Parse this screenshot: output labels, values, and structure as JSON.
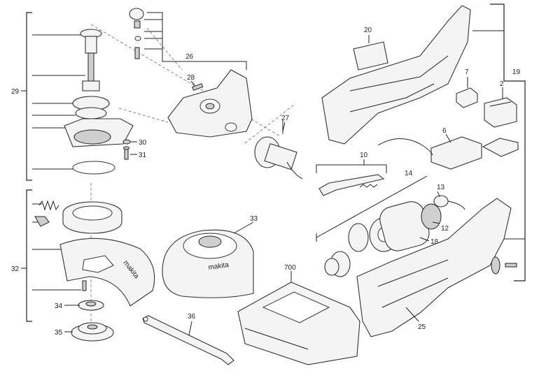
{
  "labels": {
    "p2": "2",
    "p6": "6",
    "p7": "7",
    "p10": "10",
    "p12": "12",
    "p13": "13",
    "p14": "14",
    "p18": "18",
    "p19": "19",
    "p20": "20",
    "p25": "25",
    "p26": "26",
    "p27": "27",
    "p28": "28",
    "p29": "29",
    "p30": "30",
    "p31": "31",
    "p32": "32",
    "p33": "33",
    "p34": "34",
    "p35": "35",
    "p36": "36",
    "p700": "700"
  }
}
